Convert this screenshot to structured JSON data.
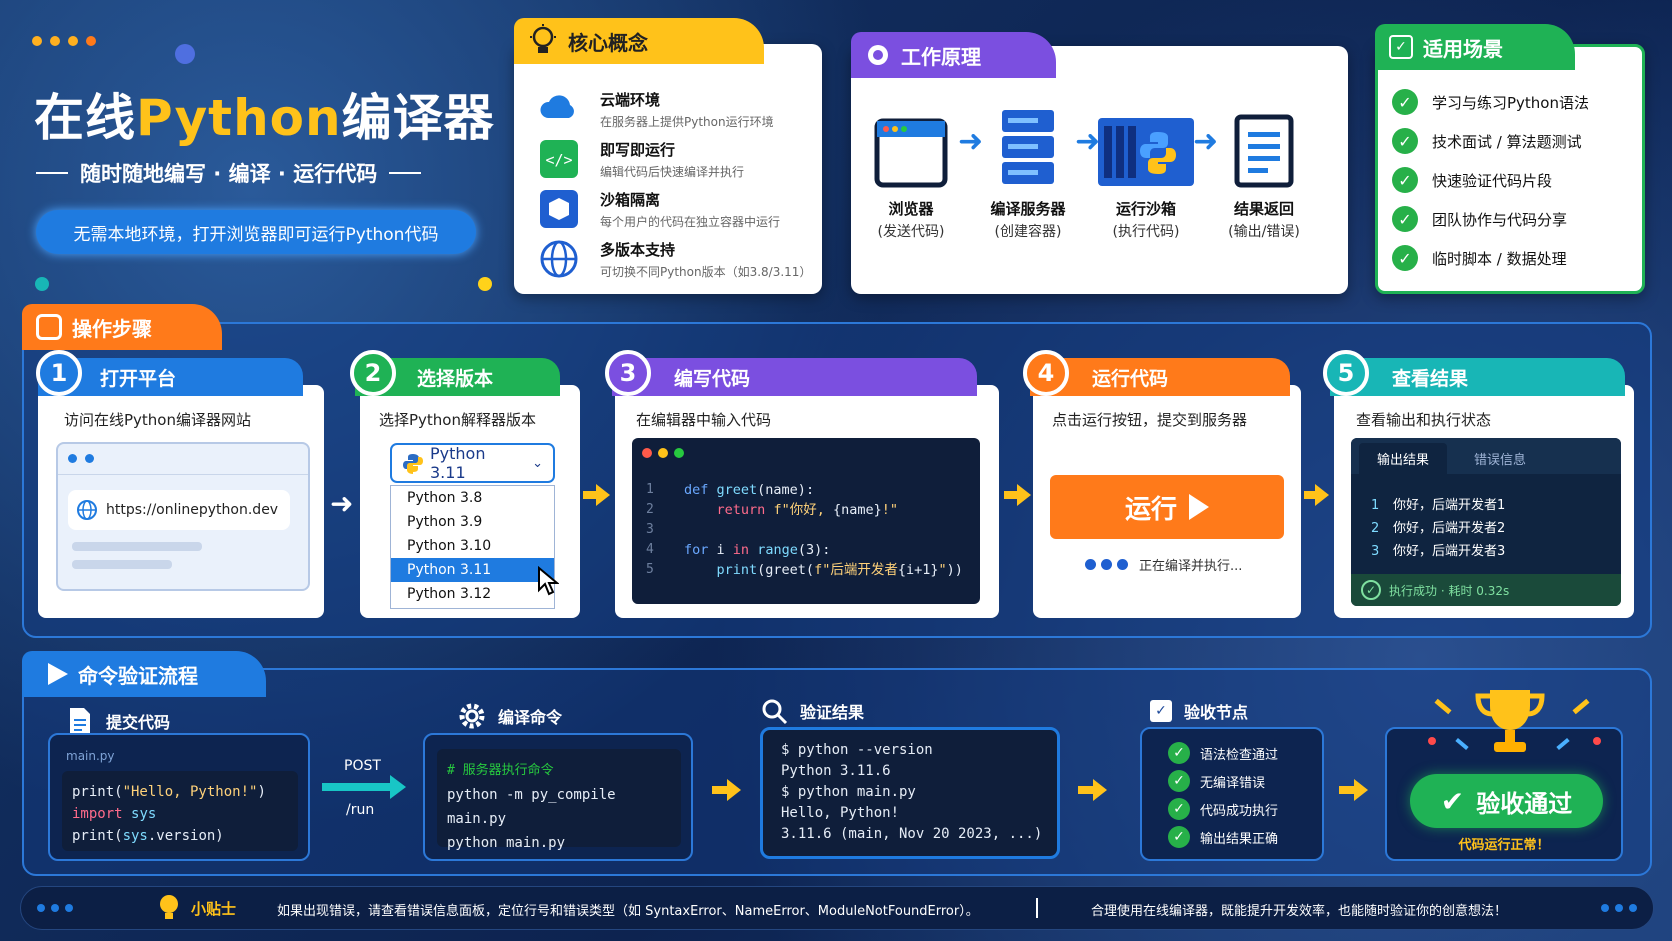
{
  "header": {
    "title_pre": "在线",
    "title_hl": "Python",
    "title_post": "编译器",
    "subtitle": "随时随地编写 · 编译 · 运行代码",
    "banner": "无需本地环境，打开浏览器即可运行Python代码"
  },
  "concepts": {
    "title": "核心概念",
    "items": [
      {
        "title": "云端环境",
        "desc": "在服务器上提供Python运行环境",
        "icon": "cloud-icon"
      },
      {
        "title": "即写即运行",
        "desc": "编辑代码后快速编译并执行",
        "icon": "code-icon"
      },
      {
        "title": "沙箱隔离",
        "desc": "每个用户的代码在独立容器中运行",
        "icon": "box-icon"
      },
      {
        "title": "多版本支持",
        "desc": "可切换不同Python版本（如3.8/3.11）",
        "icon": "globe-icon"
      }
    ]
  },
  "principle": {
    "title": "工作原理",
    "items": [
      {
        "name": "浏览器",
        "sub": "(发送代码)"
      },
      {
        "name": "编译服务器",
        "sub": "(创建容器)"
      },
      {
        "name": "运行沙箱",
        "sub": "(执行代码)"
      },
      {
        "name": "结果返回",
        "sub": "(输出/错误)"
      }
    ]
  },
  "scenes": {
    "title": "适用场景",
    "items": [
      "学习与练习Python语法",
      "技术面试 / 算法题测试",
      "快速验证代码片段",
      "团队协作与代码分享",
      "临时脚本 / 数据处理"
    ]
  },
  "steps": {
    "title": "操作步骤",
    "list": [
      {
        "num": "1",
        "title": "打开平台",
        "desc": "访问在线Python编译器网站",
        "url": "https://onlinepython.dev"
      },
      {
        "num": "2",
        "title": "选择版本",
        "desc": "选择Python解释器版本",
        "selected": "Python 3.11",
        "options": [
          "Python 3.8",
          "Python 3.9",
          "Python 3.10",
          "Python 3.11",
          "Python 3.12"
        ]
      },
      {
        "num": "3",
        "title": "编写代码",
        "desc": "在编辑器中输入代码",
        "lines": [
          "1",
          "2",
          "3",
          "4",
          "5"
        ]
      },
      {
        "num": "4",
        "title": "运行代码",
        "desc": "点击运行按钮，提交到服务器",
        "button": "运行",
        "status": "正在编译并执行..."
      },
      {
        "num": "5",
        "title": "查看结果",
        "desc": "查看输出和执行状态",
        "tab_out": "输出结果",
        "tab_err": "错误信息",
        "outputs": [
          "你好，后端开发者1",
          "你好，后端开发者2",
          "你好，后端开发者3"
        ],
        "success": "执行成功 · 耗时 0.32s"
      }
    ]
  },
  "verify": {
    "title": "命令验证流程",
    "submit": {
      "title": "提交代码",
      "file": "main.py"
    },
    "post": {
      "method": "POST",
      "path": "/run"
    },
    "compile": {
      "title": "编译命令",
      "comment": "# 服务器执行命令",
      "cmd1": "python -m py_compile main.py",
      "cmd2": "python main.py"
    },
    "result": {
      "title": "验证结果",
      "l1": "$ python --version",
      "l2": "Python 3.11.6",
      "l3": "$ python main.py",
      "l4": "Hello, Python!",
      "l5": "3.11.6 (main, Nov 20 2023, ...)"
    },
    "nodes": {
      "title": "验收节点",
      "items": [
        "语法检查通过",
        "无编译错误",
        "代码成功执行",
        "输出结果正确"
      ]
    },
    "pass": {
      "label": "验收通过",
      "sub": "代码运行正常！"
    }
  },
  "tip": {
    "label": "小贴士",
    "text1": "如果出现错误，请查看错误信息面板，定位行号和错误类型（如 SyntaxError、NameError、ModuleNotFoundError）。",
    "text2": "合理使用在线编译器，既能提升开发效率，也能随时验证你的创意想法！"
  },
  "colors": {
    "blue": "#1f7be0",
    "green": "#1fb255",
    "purple": "#7b4fe0",
    "orange": "#ff7a1a",
    "teal": "#18b6b6",
    "yellow": "#ffc21a"
  }
}
